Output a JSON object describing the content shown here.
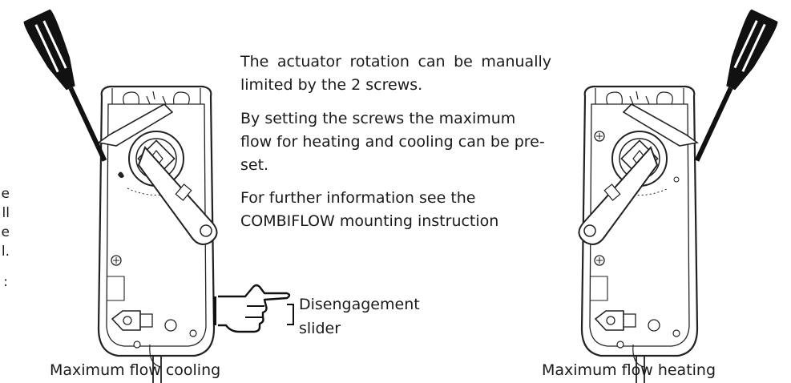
{
  "description": {
    "p1": "The actuator rotation can be manually limited by the 2 screws.",
    "p2": "By setting the screws the maximum flow for heating and cooling can be pre-set.",
    "p3": "For further information see the COMBIFLOW mounting instruction"
  },
  "slider_label": {
    "line1": "Disengagement",
    "line2": "slider"
  },
  "captions": {
    "left": "Maximum flow cooling",
    "right": "Maximum flow heating"
  },
  "left_fragments": [
    "e",
    "ll",
    "e",
    "l.",
    ":"
  ]
}
